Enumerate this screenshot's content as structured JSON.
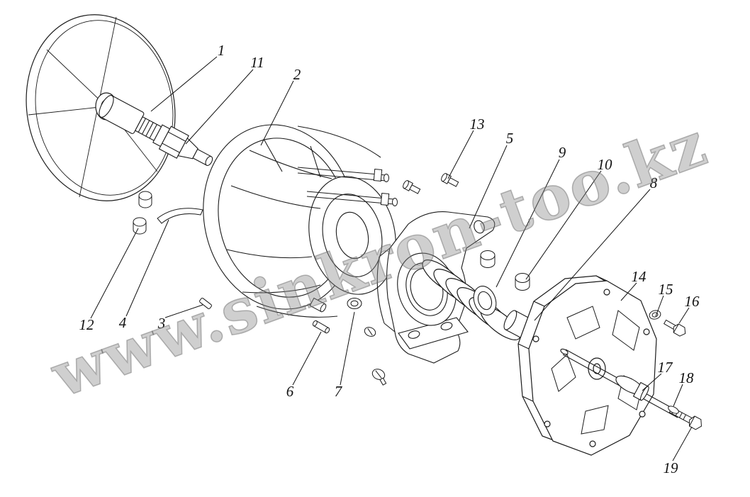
{
  "diagram": {
    "watermark": "www.sinkron-too.kz",
    "line_color": "#1b1b1b",
    "watermark_color": "#8a8a8a",
    "callouts": [
      {
        "label": "1"
      },
      {
        "label": "2"
      },
      {
        "label": "3"
      },
      {
        "label": "4"
      },
      {
        "label": "5"
      },
      {
        "label": "6"
      },
      {
        "label": "7"
      },
      {
        "label": "8"
      },
      {
        "label": "9"
      },
      {
        "label": "10"
      },
      {
        "label": "11"
      },
      {
        "label": "12"
      },
      {
        "label": "13"
      },
      {
        "label": "14"
      },
      {
        "label": "15"
      },
      {
        "label": "16"
      },
      {
        "label": "17"
      },
      {
        "label": "18"
      },
      {
        "label": "19"
      }
    ]
  }
}
